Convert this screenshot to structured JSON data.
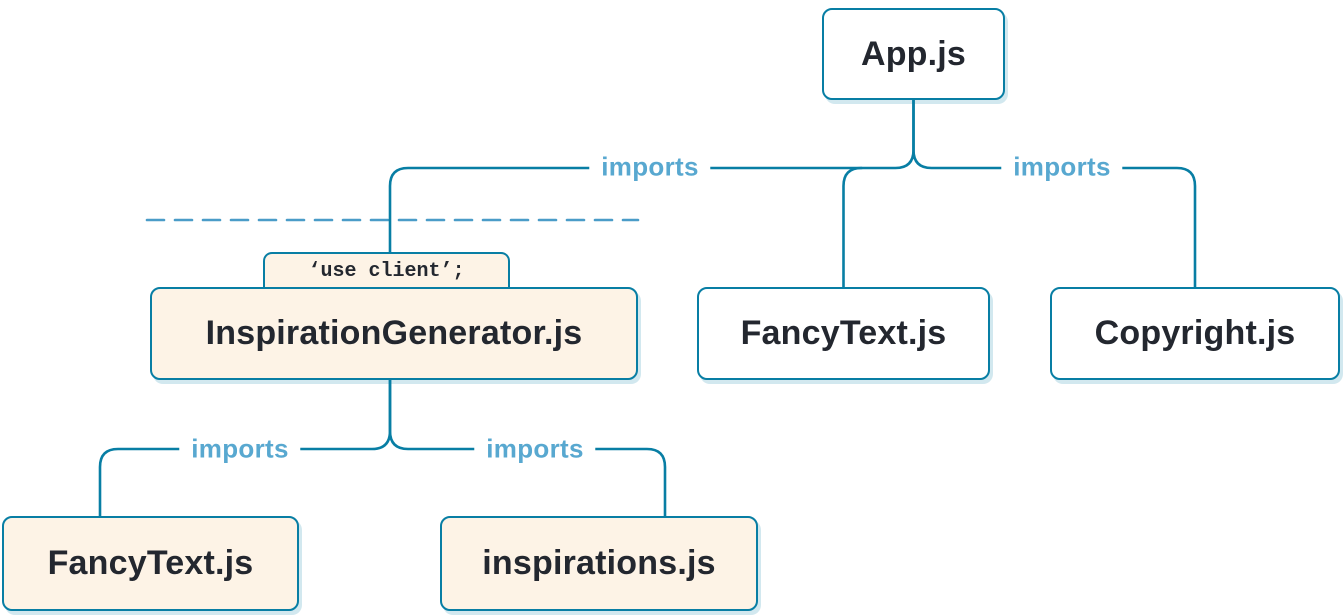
{
  "diagram": {
    "edge_label": "imports",
    "directive_label": "‘use client’;",
    "nodes": {
      "app": {
        "label": "App.js"
      },
      "inspiration_generator": {
        "label": "InspirationGenerator.js"
      },
      "fancy_text_top": {
        "label": "FancyText.js"
      },
      "copyright": {
        "label": "Copyright.js"
      },
      "fancy_text_bottom": {
        "label": "FancyText.js"
      },
      "inspirations": {
        "label": "inspirations.js"
      }
    },
    "colors": {
      "line": "#087ea4",
      "edge_label_text": "#58a8d0",
      "node_text": "#23272f",
      "client_node_bg": "#fdf3e6",
      "server_node_bg": "#ffffff",
      "page_bg": "#ffffff"
    }
  }
}
